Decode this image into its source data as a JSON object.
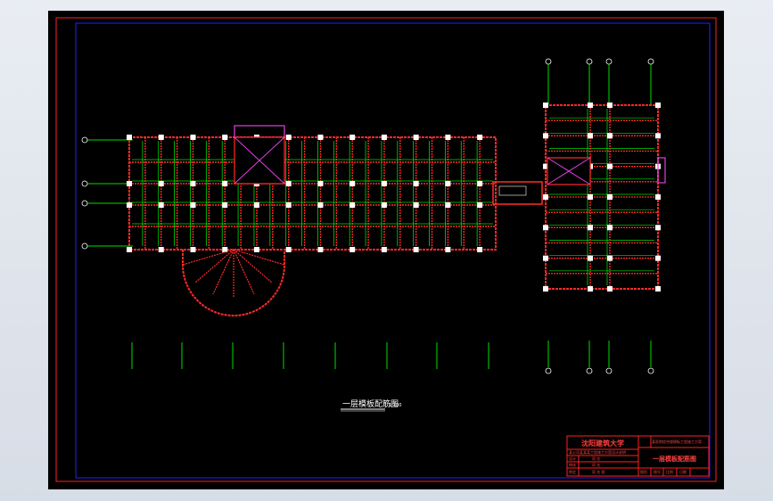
{
  "drawing": {
    "main_title": "一层模板配筋图",
    "scale": "1:100"
  },
  "title_block": {
    "university": "沈阳建筑大学",
    "project": "某医院综合楼模板工程施工方案",
    "subtitle": "某公司某某某工程施工方案设计说明",
    "drawing_title": "一层模板配筋图",
    "rows": [
      {
        "label": "设计",
        "value": "同 名"
      },
      {
        "label": "审核",
        "value": "同 名"
      },
      {
        "label": "审定",
        "value": "同 名 图"
      }
    ],
    "meta": [
      "图别",
      "图号",
      "比例",
      "日期"
    ]
  },
  "colors": {
    "frame_red": "#ff2020",
    "inner_blue": "#2222ff",
    "grid_green": "#00dd00",
    "member_red": "#ff2a2a",
    "stair_magenta": "#e040e0",
    "white": "#ffffff",
    "yellow": "#ffff40"
  }
}
